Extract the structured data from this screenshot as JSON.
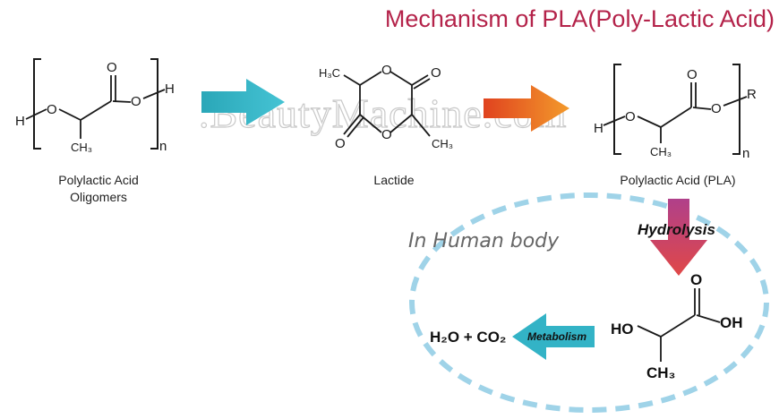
{
  "title": "Mechanism of PLA(Poly-Lactic Acid)",
  "watermark": ".BeautyMachine.com",
  "structures": {
    "oligomer": {
      "caption_line1": "Polylactic Acid",
      "caption_line2": "Oligomers",
      "atoms": {
        "h_left": "H",
        "o_ether": "O",
        "o_carbonyl": "O",
        "o_acid": "O",
        "h_right": "H",
        "methyl": "CH₃",
        "subscript": "n"
      }
    },
    "lactide": {
      "caption": "Lactide",
      "atoms": {
        "methyl_top": "H₃C",
        "o_ring_top": "O",
        "o_top_carbonyl": "O",
        "o_bottom_carbonyl": "O",
        "o_ring_bottom": "O",
        "methyl_bottom": "CH₃"
      }
    },
    "pla": {
      "caption": "Polylactic Acid (PLA)",
      "atoms": {
        "h_left": "H",
        "o_ether": "O",
        "o_carbonyl": "O",
        "o_ester": "O",
        "r_group": "R",
        "methyl": "CH₃",
        "subscript": "n"
      }
    },
    "lactic_acid": {
      "atoms": {
        "ho": "HO",
        "o_carbonyl": "O",
        "oh": "OH",
        "methyl": "CH₃"
      }
    }
  },
  "process": {
    "region_label": "In Human body",
    "hydrolysis_label": "Hydrolysis",
    "metabolism_label": "Metabolism",
    "products": "H₂O + CO₂"
  },
  "colors": {
    "title": "#b4234a",
    "arrow_teal": "#33b3c6",
    "arrow_orange": "#ee7a22",
    "arrow_pink_red": "#d9474f",
    "ellipse_dash": "#9fd3e8"
  }
}
